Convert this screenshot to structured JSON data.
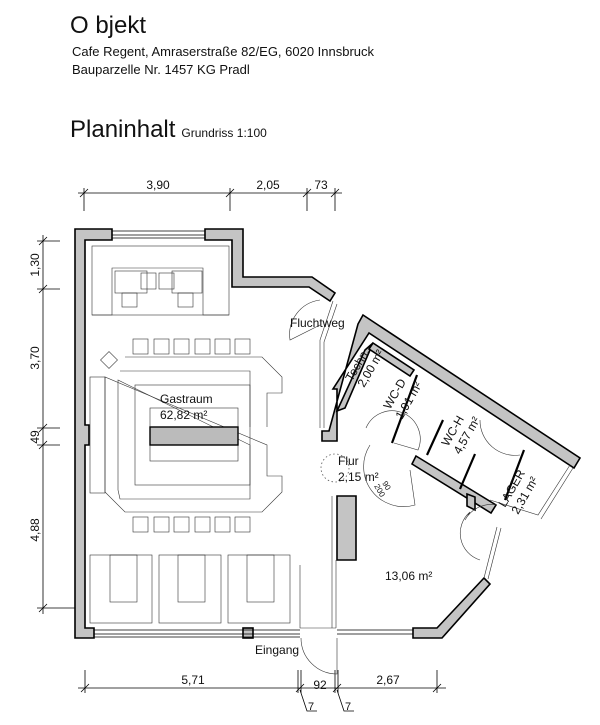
{
  "header": {
    "title": "O bjekt",
    "address": "Cafe Regent, Amraserstraße 82/EG, 6020 Innsbruck",
    "parcel": "Bauparzelle Nr. 1457 KG Pradl"
  },
  "plan": {
    "title": "Planinhalt",
    "subtitle": "Grundriss 1:100"
  },
  "dimensions": {
    "top": [
      "3,90",
      "2,05",
      "73"
    ],
    "left": [
      "1,30",
      "3,70",
      "49",
      "4,88"
    ],
    "bottom": [
      "5,71",
      "92",
      "2,67"
    ],
    "bottom_notes": [
      "7",
      "7"
    ]
  },
  "rooms": {
    "gastraum": {
      "name": "Gastraum",
      "area": "62,82 m²"
    },
    "techn": {
      "name": "Techn.",
      "area": "2,00 m²"
    },
    "wcd": {
      "name": "WC-D",
      "area": "1,91 m²"
    },
    "wch": {
      "name": "WC-H",
      "area": "4,57 m²"
    },
    "flur": {
      "name": "Flur",
      "area": "2,15 m²"
    },
    "lager": {
      "name": "LAGER",
      "area": "2,31 m²"
    },
    "vorraum": {
      "area": "13,06 m²"
    }
  },
  "labels": {
    "fluchtweg": "Fluchtweg",
    "eingang": "Eingang",
    "door_w": "90",
    "door_h": "200"
  }
}
